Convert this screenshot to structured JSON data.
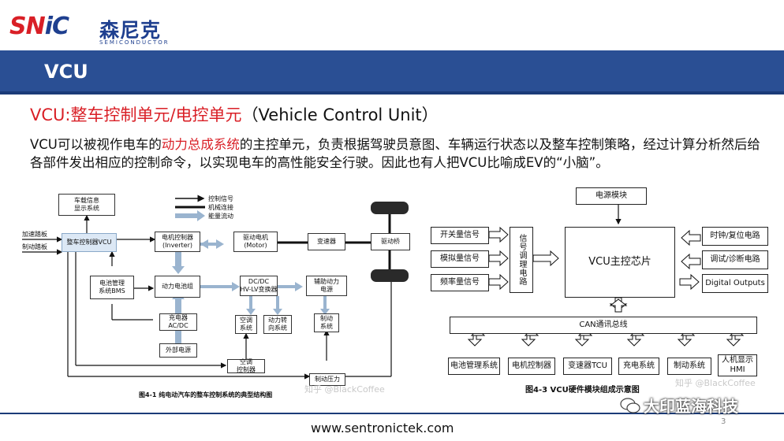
{
  "logo": {
    "brand_a": "SN",
    "brand_b": "iC",
    "cn_name": "森尼克",
    "sub": "SEMICONDUCTOR"
  },
  "band": {
    "title": "VCU"
  },
  "heading": {
    "red": "VCU:整车控制单元/电控单元",
    "rest": "（Vehicle Control Unit）"
  },
  "paragraph": {
    "p1": "VCU可以被视作电车的",
    "p_red": "动力总成系统",
    "p2": "的主控单元，负责根据驾驶员意图、车辆运行状态以及整车控制策略，经过计算分析然后给各部件发出相应的控制命令，以实现电车的高性能安全行驶。因此也有人把VCU比喻成EV的“小脑”。"
  },
  "diagram1": {
    "legend": [
      "控制信号",
      "机械连接",
      "能量流动"
    ],
    "inputs": [
      "加速踏板",
      "制动踏板"
    ],
    "boxes": {
      "display": "车载信息\n显示系统",
      "vcu": "整车控制器VCU",
      "motor_ctrl": "电机控制器\n(Inverter)",
      "motor": "驱动电机\n(Motor)",
      "gearbox": "变速器",
      "axle": "驱动桥",
      "bms": "电池管理\n系统BMS",
      "battery": "动力电池组",
      "dcdc": "DC/DC\nHV-LV变换器",
      "aux": "辅助动力\n电源",
      "charger": "充电器\nAC/DC",
      "ext_power": "外部电源",
      "ac": "空调\n系统",
      "steer": "动力转\n向系统",
      "brake": "制动\n系统",
      "ac_ctrl": "空调\n控制器",
      "brake_pressure": "制动压力"
    },
    "caption": "图4-1 纯电动汽车的整车控制系统的典型结构图",
    "watermark": "知乎 @BlackCoffee"
  },
  "diagram2": {
    "power": "电源模块",
    "inputs": [
      "开关量信号",
      "模拟量信号",
      "频率量信号"
    ],
    "conditioning": "信号调理电路",
    "chip": "VCU主控芯片",
    "outputs": [
      "时钟/复位电路",
      "调试/诊断电路",
      "Digital Outputs"
    ],
    "can_bus": "CAN通讯总线",
    "nodes": [
      "电池管理系统",
      "电机控制器",
      "变速器TCU",
      "充电系统",
      "制动系统",
      "人机显示\nHMI"
    ],
    "caption": "图4-3 VCU硬件模块组成示意图",
    "watermark": "知乎 @BlackCoffee"
  },
  "footer": {
    "url": "www.sentronictek.com",
    "page": "3",
    "wechat": "大印蓝海科技"
  },
  "colors": {
    "band": "#2a4f94",
    "brand_red": "#d91f26",
    "brand_blue": "#1e3f8f",
    "energy_arrow": "#9ab4cf"
  }
}
